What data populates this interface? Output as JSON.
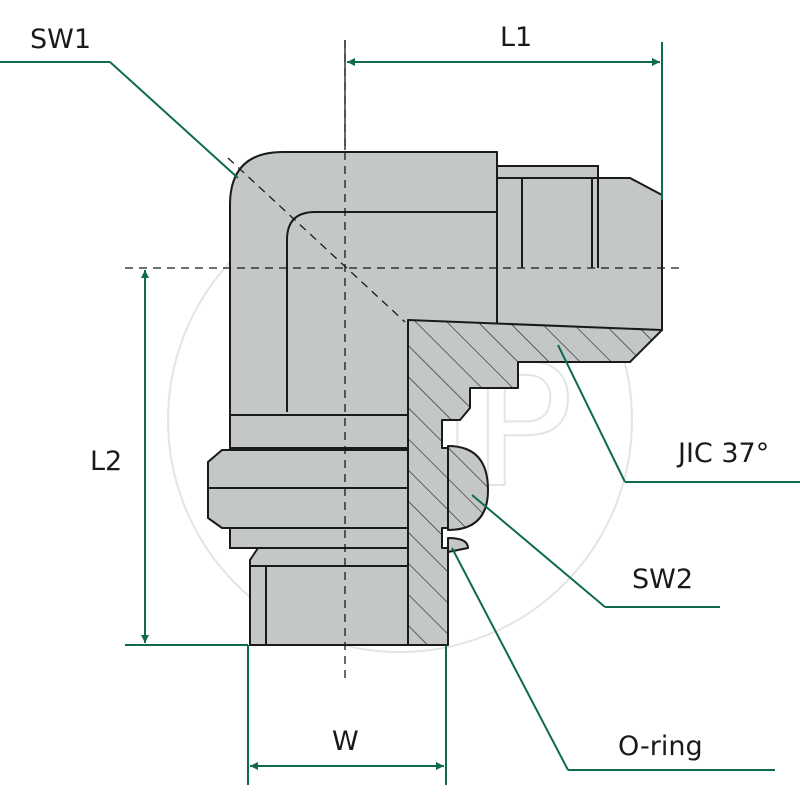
{
  "watermark": {
    "text": "AGP"
  },
  "labels": {
    "sw1": "SW1",
    "l1": "L1",
    "l2": "L2",
    "jic": "JIC 37°",
    "sw2": "SW2",
    "w": "W",
    "oring": "O-ring"
  },
  "colors": {
    "steel": "#c4c7c8",
    "outline": "#1a1a1a",
    "dimension": "#0f6b4f",
    "watermark": "#e4e4e4"
  }
}
